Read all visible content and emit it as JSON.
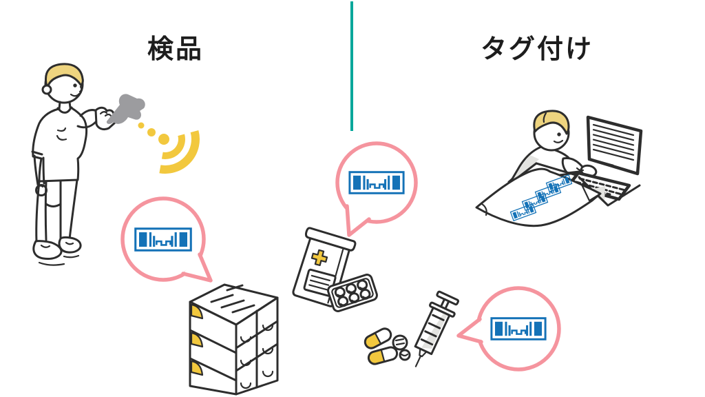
{
  "sections": {
    "inspection": {
      "title": "検品"
    },
    "tagging": {
      "title": "タグ付け"
    }
  },
  "icons": {
    "rfid_tag": "rfid-tag-icon",
    "radio_waves": "radio-waves-icon",
    "speech_bubble": "speech-bubble",
    "medicine_bag_cross": "medical-cross-icon"
  },
  "colors": {
    "bg": "#ffffff",
    "outline": "#2d2d2d",
    "pink": "#f5949e",
    "blue": "#1472b7",
    "yellow": "#f2c83e",
    "teal": "#00a79b",
    "gray_device": "#9c9c9f",
    "gray_shade": "#e3e3e0",
    "blond": "#eed47f"
  }
}
